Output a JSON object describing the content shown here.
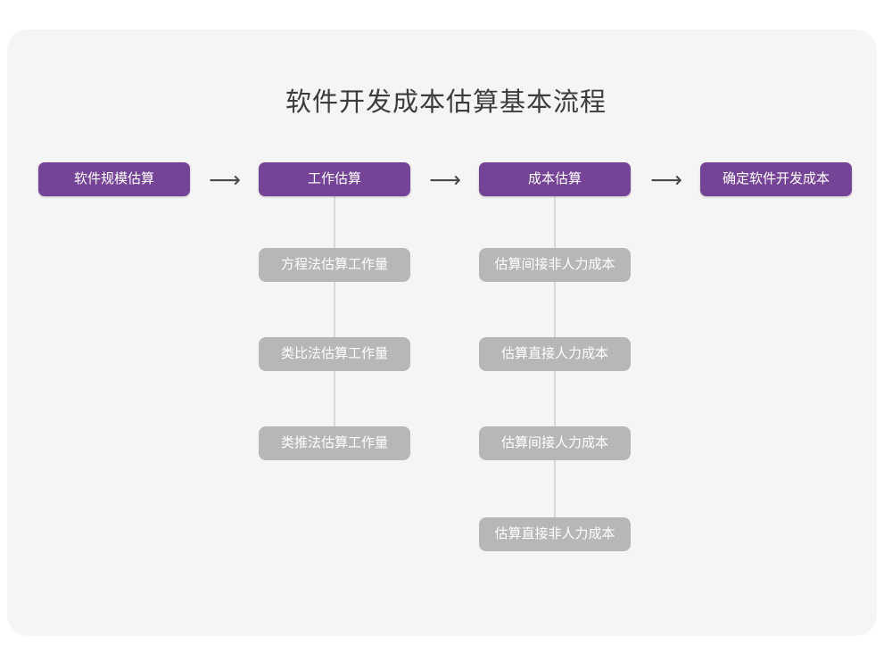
{
  "title": "软件开发成本估算基本流程",
  "colors": {
    "page_background": "#ffffff",
    "card_background": "#f5f5f5",
    "primary_node": "#764497",
    "secondary_node": "#b7b7b7",
    "connector": "#d8d8d8",
    "title_text": "#3c3c3c",
    "arrow": "#4a4a4a"
  },
  "arrows": {
    "glyph": "⟶",
    "name": "right-arrow"
  },
  "flow": {
    "stages": [
      {
        "id": "stage-1",
        "label": "软件规模估算",
        "substeps": []
      },
      {
        "id": "stage-2",
        "label": "工作估算",
        "substeps": [
          {
            "id": "sub-2-1",
            "label": "方程法估算工作量"
          },
          {
            "id": "sub-2-2",
            "label": "类比法估算工作量"
          },
          {
            "id": "sub-2-3",
            "label": "类推法估算工作量"
          }
        ]
      },
      {
        "id": "stage-3",
        "label": "成本估算",
        "substeps": [
          {
            "id": "sub-3-1",
            "label": "估算间接非人力成本"
          },
          {
            "id": "sub-3-2",
            "label": "估算直接人力成本"
          },
          {
            "id": "sub-3-3",
            "label": "估算间接人力成本"
          },
          {
            "id": "sub-3-4",
            "label": "估算直接非人力成本"
          }
        ]
      },
      {
        "id": "stage-4",
        "label": "确定软件开发成本",
        "substeps": []
      }
    ]
  }
}
